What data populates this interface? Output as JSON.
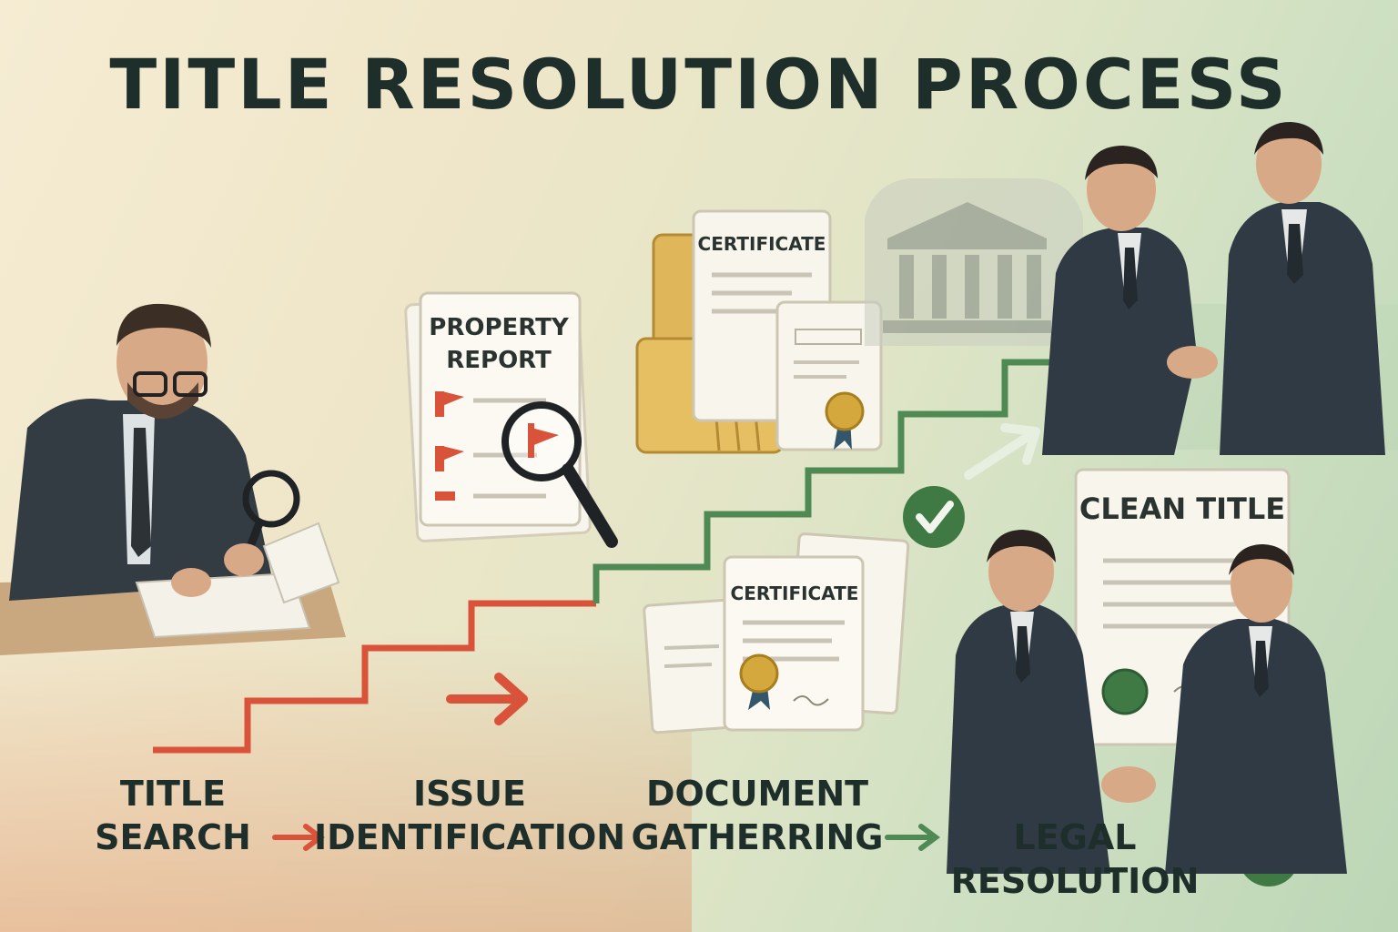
{
  "title": "TITLE RESOLUTION PROCESS",
  "steps": [
    {
      "line1": "TITLE",
      "line2": "SEARCH"
    },
    {
      "line1": "ISSUE",
      "line2": "IDENTIFICATION"
    },
    {
      "line1": "DOCUMENT",
      "line2": "GATHERRING"
    },
    {
      "line1": "LEGAL",
      "line2": "RESOLUTION"
    }
  ],
  "documents": {
    "property_report_line1": "PROPERTY",
    "property_report_line2": "REPORT",
    "certificate_top": "CERTIFICATE",
    "certificate_bottom": "CERTIFICATE",
    "clean_title": "CLEAN TITLE"
  },
  "colors": {
    "red_arrow": "#d9533b",
    "green_arrow": "#4f8a55",
    "check_green": "#3f7a45",
    "suit": "#2f3a44"
  }
}
